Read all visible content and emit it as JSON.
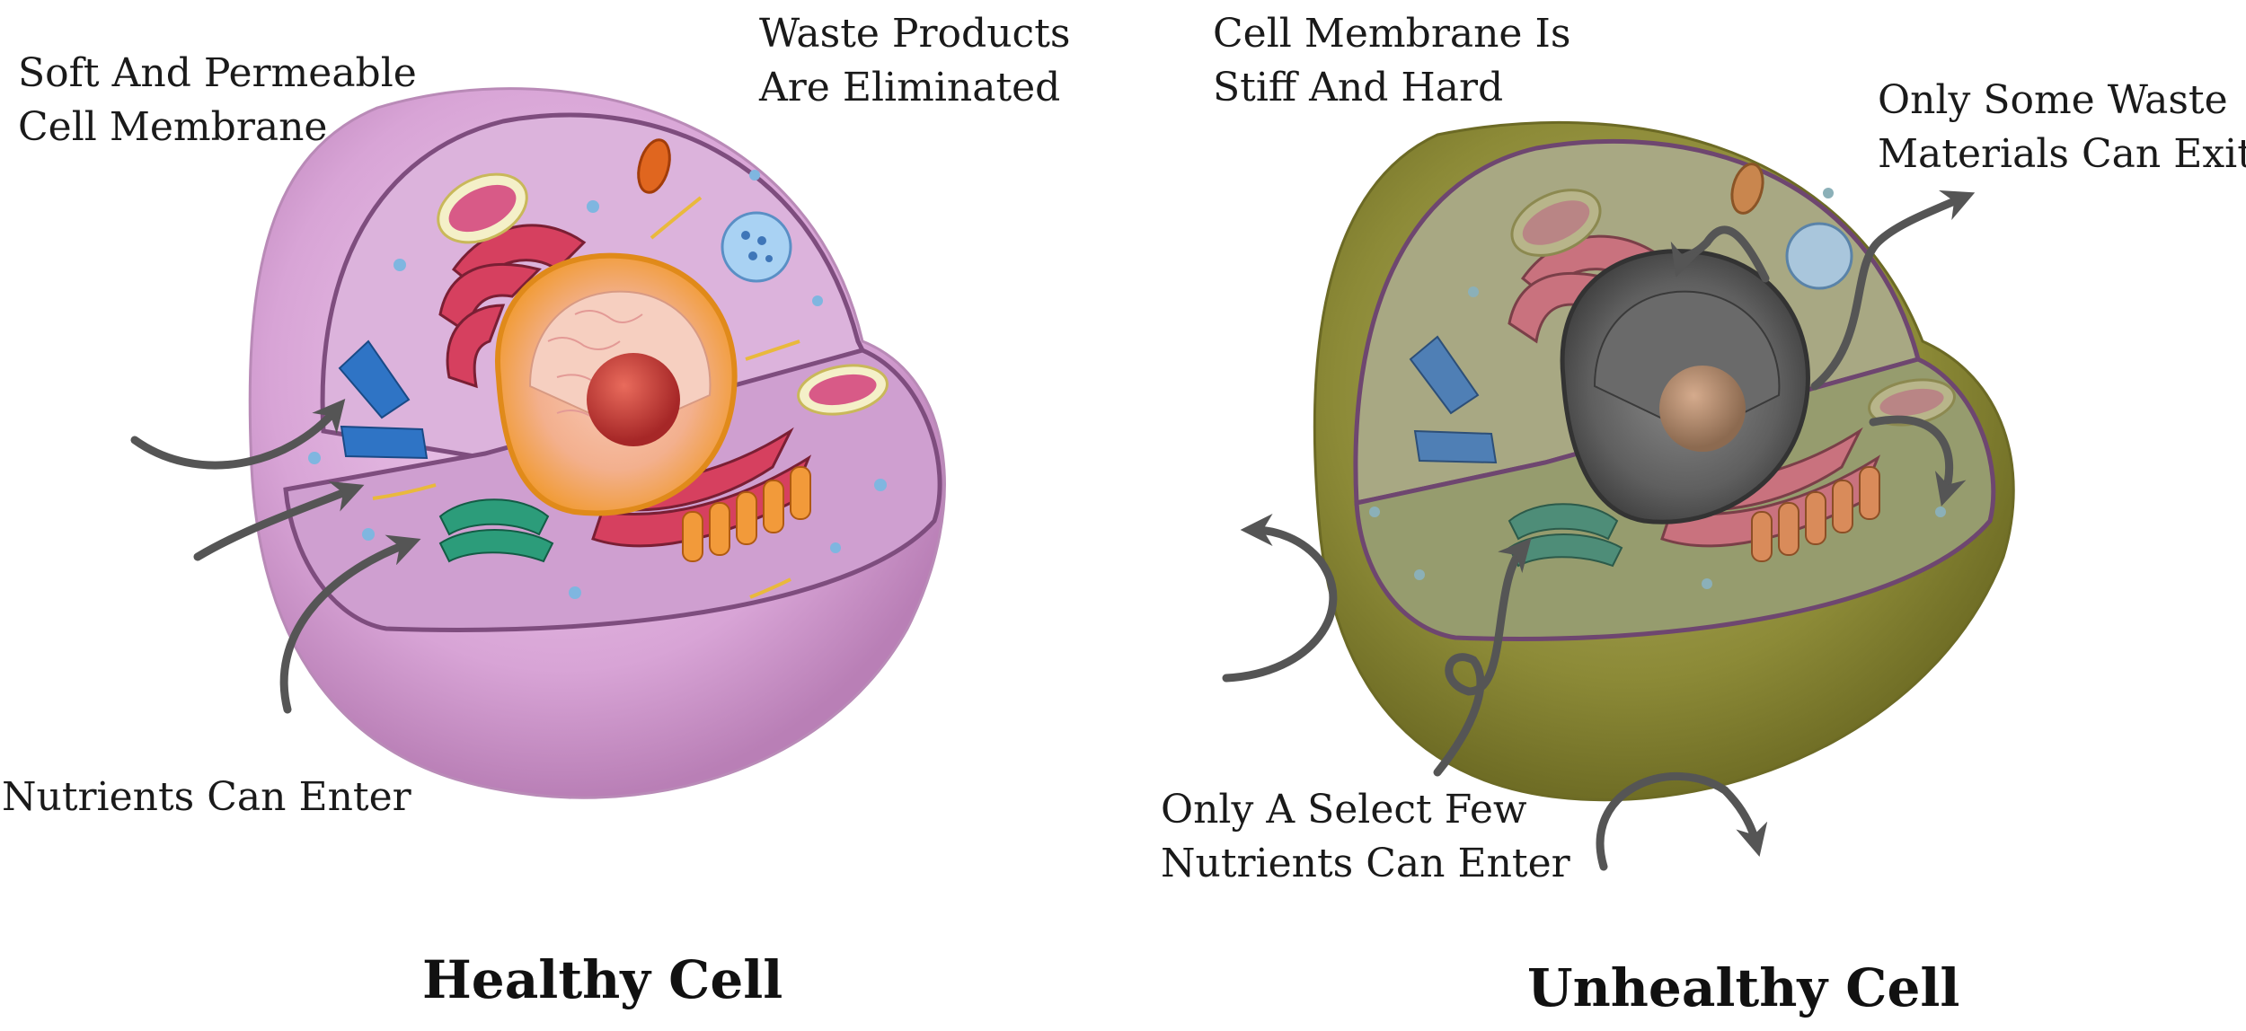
{
  "healthy": {
    "title": "Healthy Cell",
    "membrane_label": [
      "Soft And Permeable",
      "Cell Membrane"
    ],
    "waste_label": [
      "Waste Products",
      "Are Eliminated"
    ],
    "nutrients_label": "Nutrients Can Enter",
    "colors": {
      "membrane": "#d9a6d9",
      "cytoplasm": "#e6c3e6",
      "nucleus": "#f4a13a",
      "nucleolus": "#c93b3b"
    }
  },
  "unhealthy": {
    "title": "Unhealthy Cell",
    "membrane_label": [
      "Cell Membrane Is",
      "Stiff And Hard"
    ],
    "waste_label": [
      "Only Some Waste",
      "Materials Can Exit"
    ],
    "nutrients_label": [
      "Only A Select Few",
      "Nutrients Can Enter"
    ],
    "colors": {
      "membrane": "#8f8c3a",
      "cytoplasm": "#9a9a72",
      "nucleus": "#6e6e6e",
      "nucleolus": "#b08a6e"
    }
  },
  "arrow_color": "#555555"
}
